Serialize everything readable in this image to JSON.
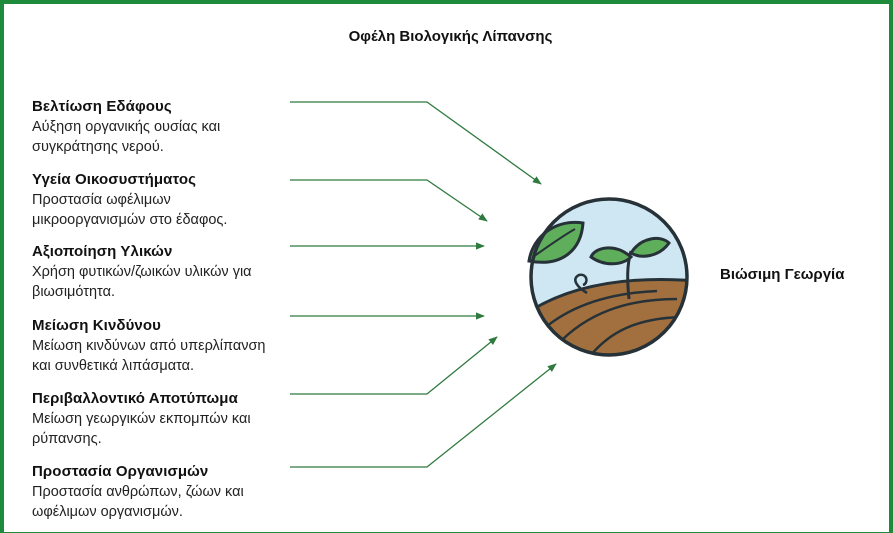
{
  "diagram": {
    "title": "Οφέλη Βιολογικής Λίπανσης",
    "target_label": "Βιώσιμη Γεωργία",
    "emblem": "seedling-in-field-icon",
    "colors": {
      "frame": "#1e8a3c",
      "arrow": "#2f7a3e",
      "emblem_sky": "#cfe7f3",
      "emblem_leaf": "#5fae5c",
      "emblem_soil": "#a2703f",
      "emblem_outline": "#263238"
    },
    "items": [
      {
        "title": "Βελτίωση Εδάφους",
        "lines": [
          "Αύξηση οργανικής ουσίας και",
          "συγκράτησης νερού."
        ]
      },
      {
        "title": "Υγεία Οικοσυστήματος",
        "lines": [
          "Προστασία ωφέλιμων",
          "μικροοργανισμών στο έδαφος."
        ]
      },
      {
        "title": "Αξιοποίηση Υλικών",
        "lines": [
          "Χρήση φυτικών/ζωικών υλικών για",
          "βιωσιμότητα."
        ]
      },
      {
        "title": "Μείωση Κινδύνου",
        "lines": [
          "Μείωση κινδύνων από υπερλίπανση",
          "και συνθετικά λιπάσματα."
        ]
      },
      {
        "title": "Περιβαλλοντικό Αποτύπωμα",
        "lines": [
          "Μείωση γεωργικών εκπομπών και",
          "ρύπανσης."
        ]
      },
      {
        "title": "Προστασία Οργανισμών",
        "lines": [
          "Προστασία ανθρώπων, ζώων και",
          "ωφέλιμων οργανισμών."
        ]
      }
    ]
  }
}
